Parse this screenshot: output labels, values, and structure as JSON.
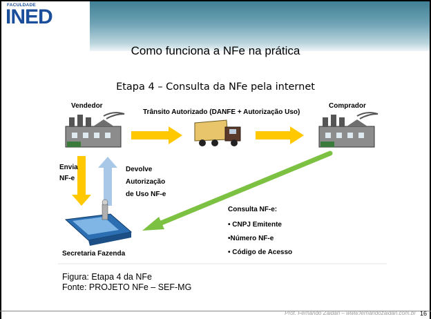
{
  "logo": {
    "small_text": "FACULDADE",
    "big_text": "INED"
  },
  "slide": {
    "title": "Como funciona a NFe na prática",
    "subtitle": "Etapa 4 – Consulta da NFe pela internet"
  },
  "diagram": {
    "vendedor": "Vendedor",
    "comprador": "Comprador",
    "transit": "Trânsito Autorizado (DANFE + Autorização Uso)",
    "envia_line1": "Envia",
    "envia_line2": "NF-e",
    "devolve_line1": "Devolve",
    "devolve_line2": "Autorização",
    "devolve_line3": "de Uso NF-e",
    "secretaria": "Secretaria Fazenda",
    "consulta_title": "Consulta NF-e:",
    "consulta_items": [
      "• CNPJ Emitente",
      "•Número NF-e",
      "• Código de Acesso"
    ]
  },
  "caption": {
    "line1": "Figura: Etapa 4 da NFe",
    "line2": "Fonte: PROJETO NFe – SEF-MG"
  },
  "footer": {
    "credit": "Prof. Fernando Zaidan – www.fernandozaidan.com.br",
    "page_number": "16"
  },
  "colors": {
    "arrow_yellow": "#ffc800",
    "arrow_blue": "#a9c8e8",
    "arrow_green": "#7dc142",
    "brand_blue": "#1b4f9c"
  }
}
